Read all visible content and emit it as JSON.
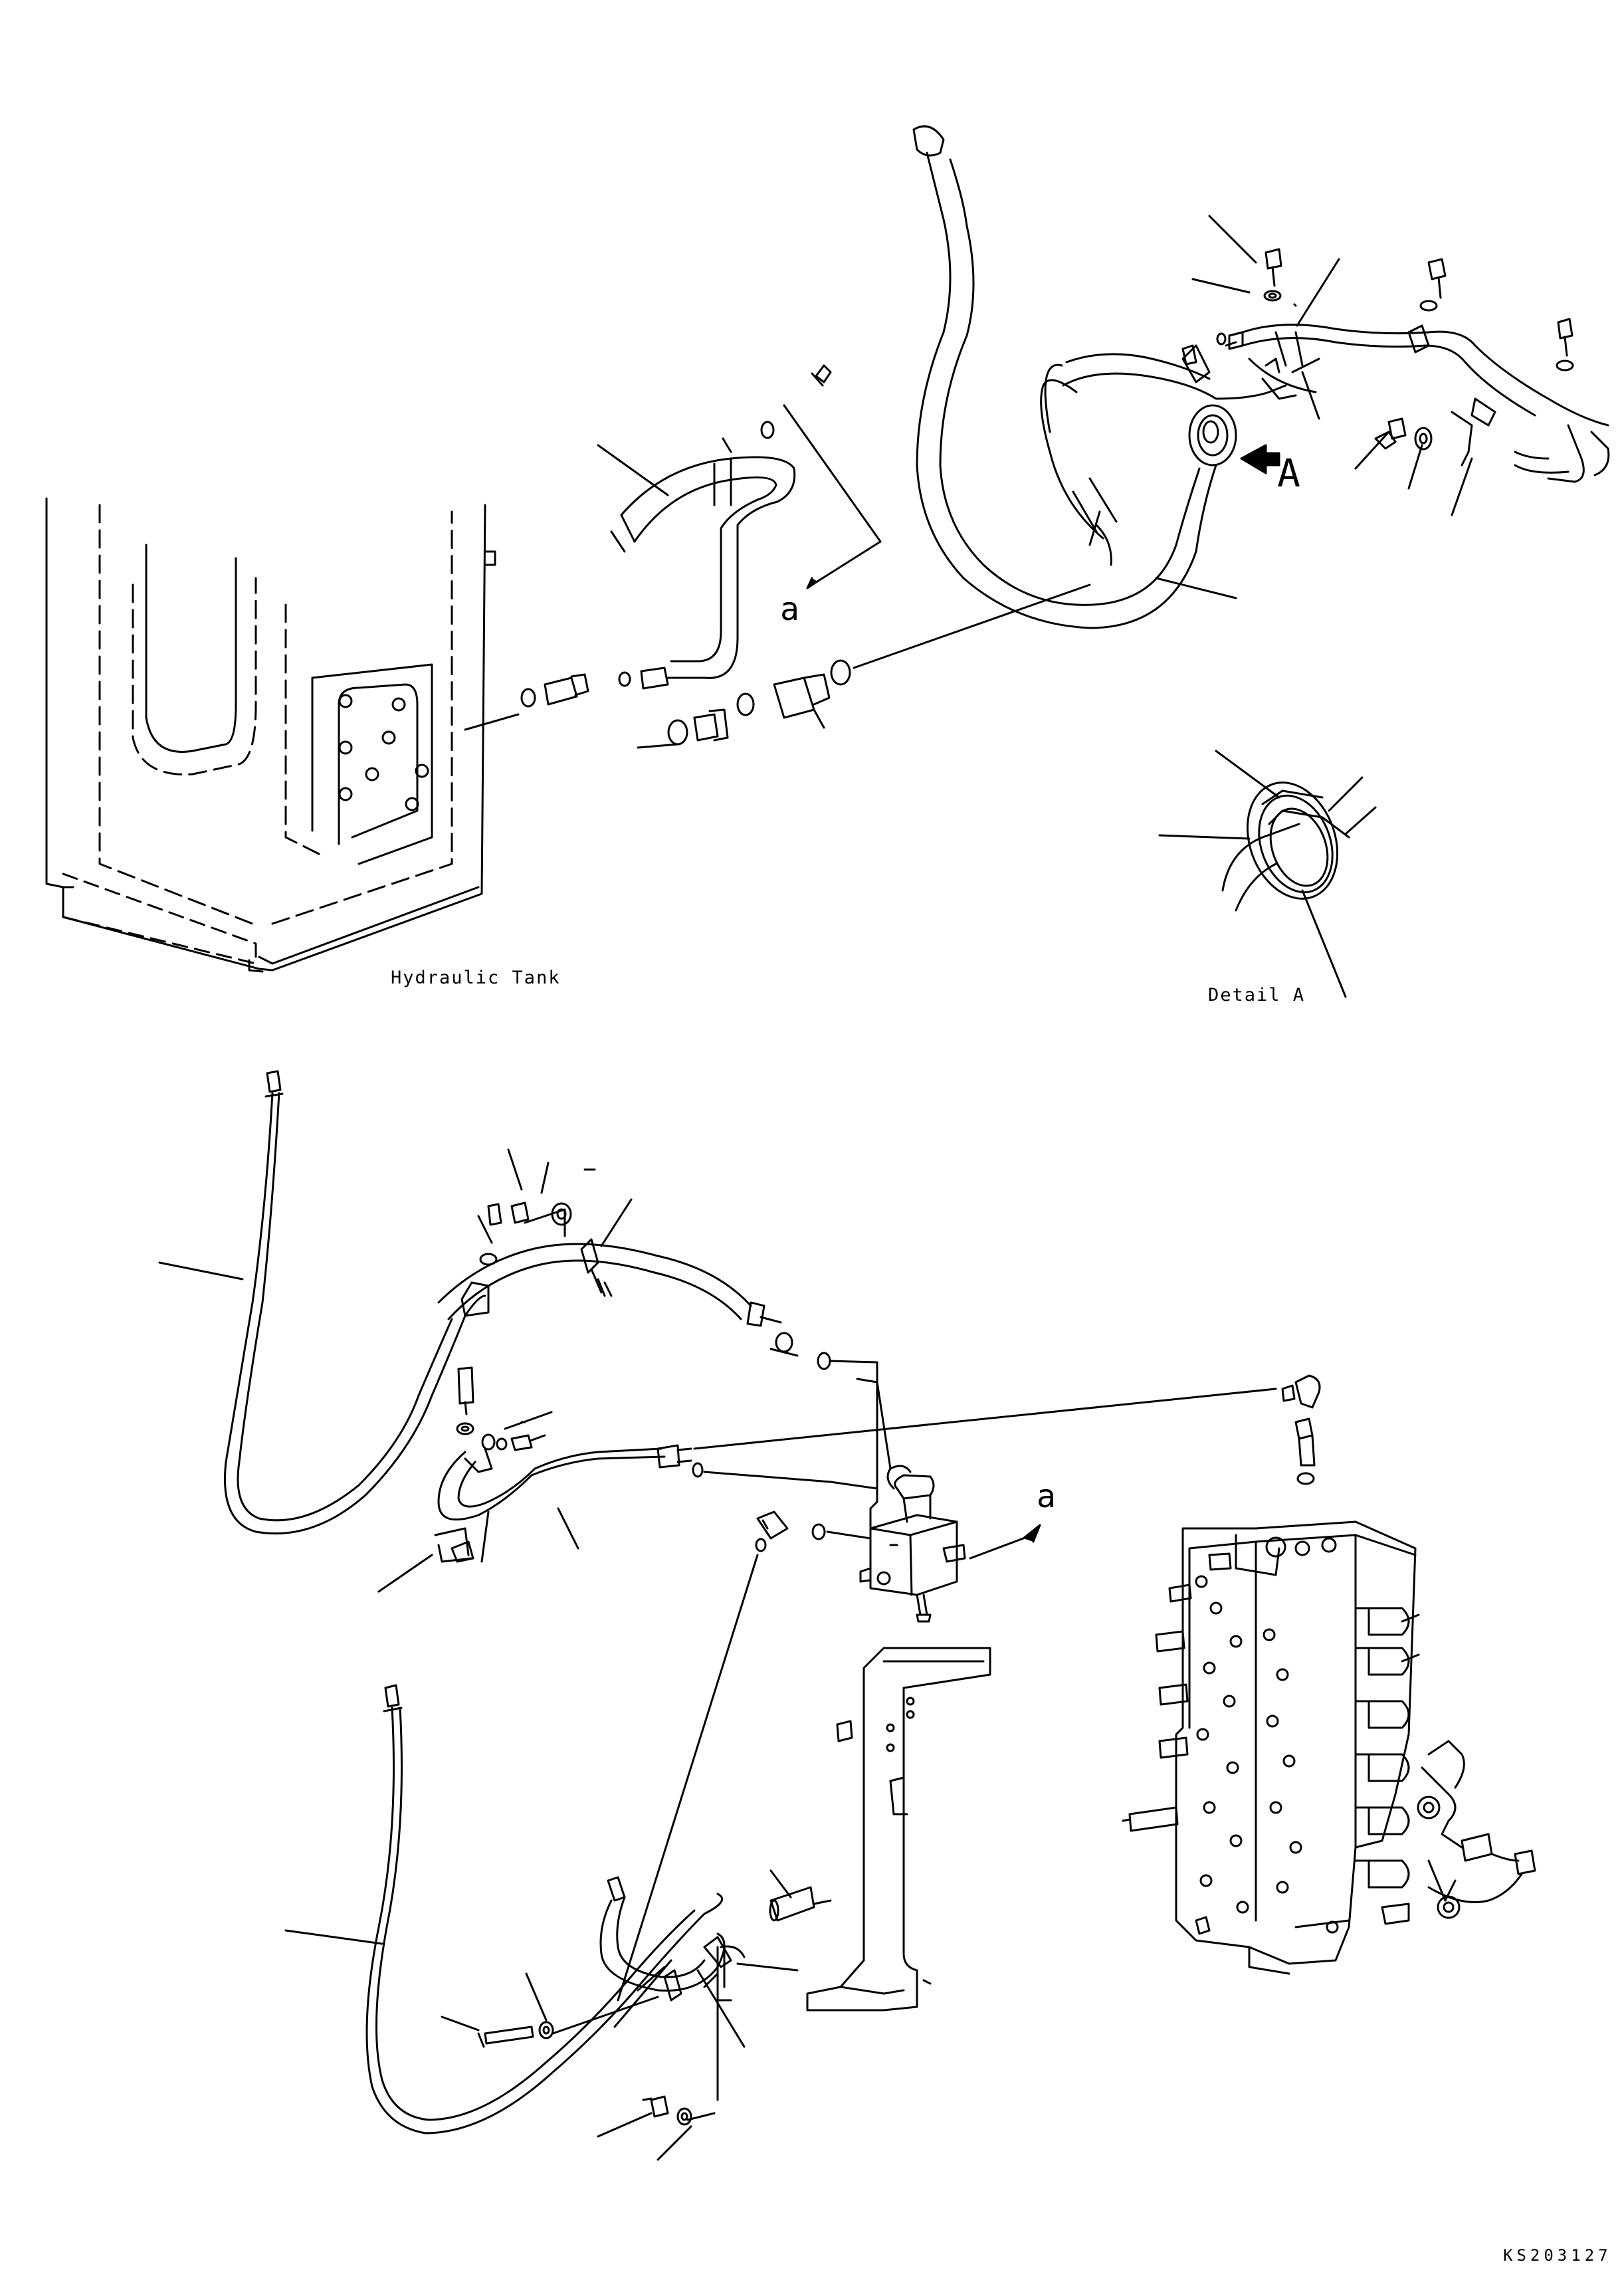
{
  "labels": {
    "hydraulic_tank": "Hydraulic Tank",
    "detail_a": "Detail A",
    "view_marker": "A",
    "connection_a_upper": "a",
    "connection_a_lower": "a",
    "drawing_code": "KS203127"
  },
  "colors": {
    "line": "#000000",
    "background": "#ffffff"
  }
}
